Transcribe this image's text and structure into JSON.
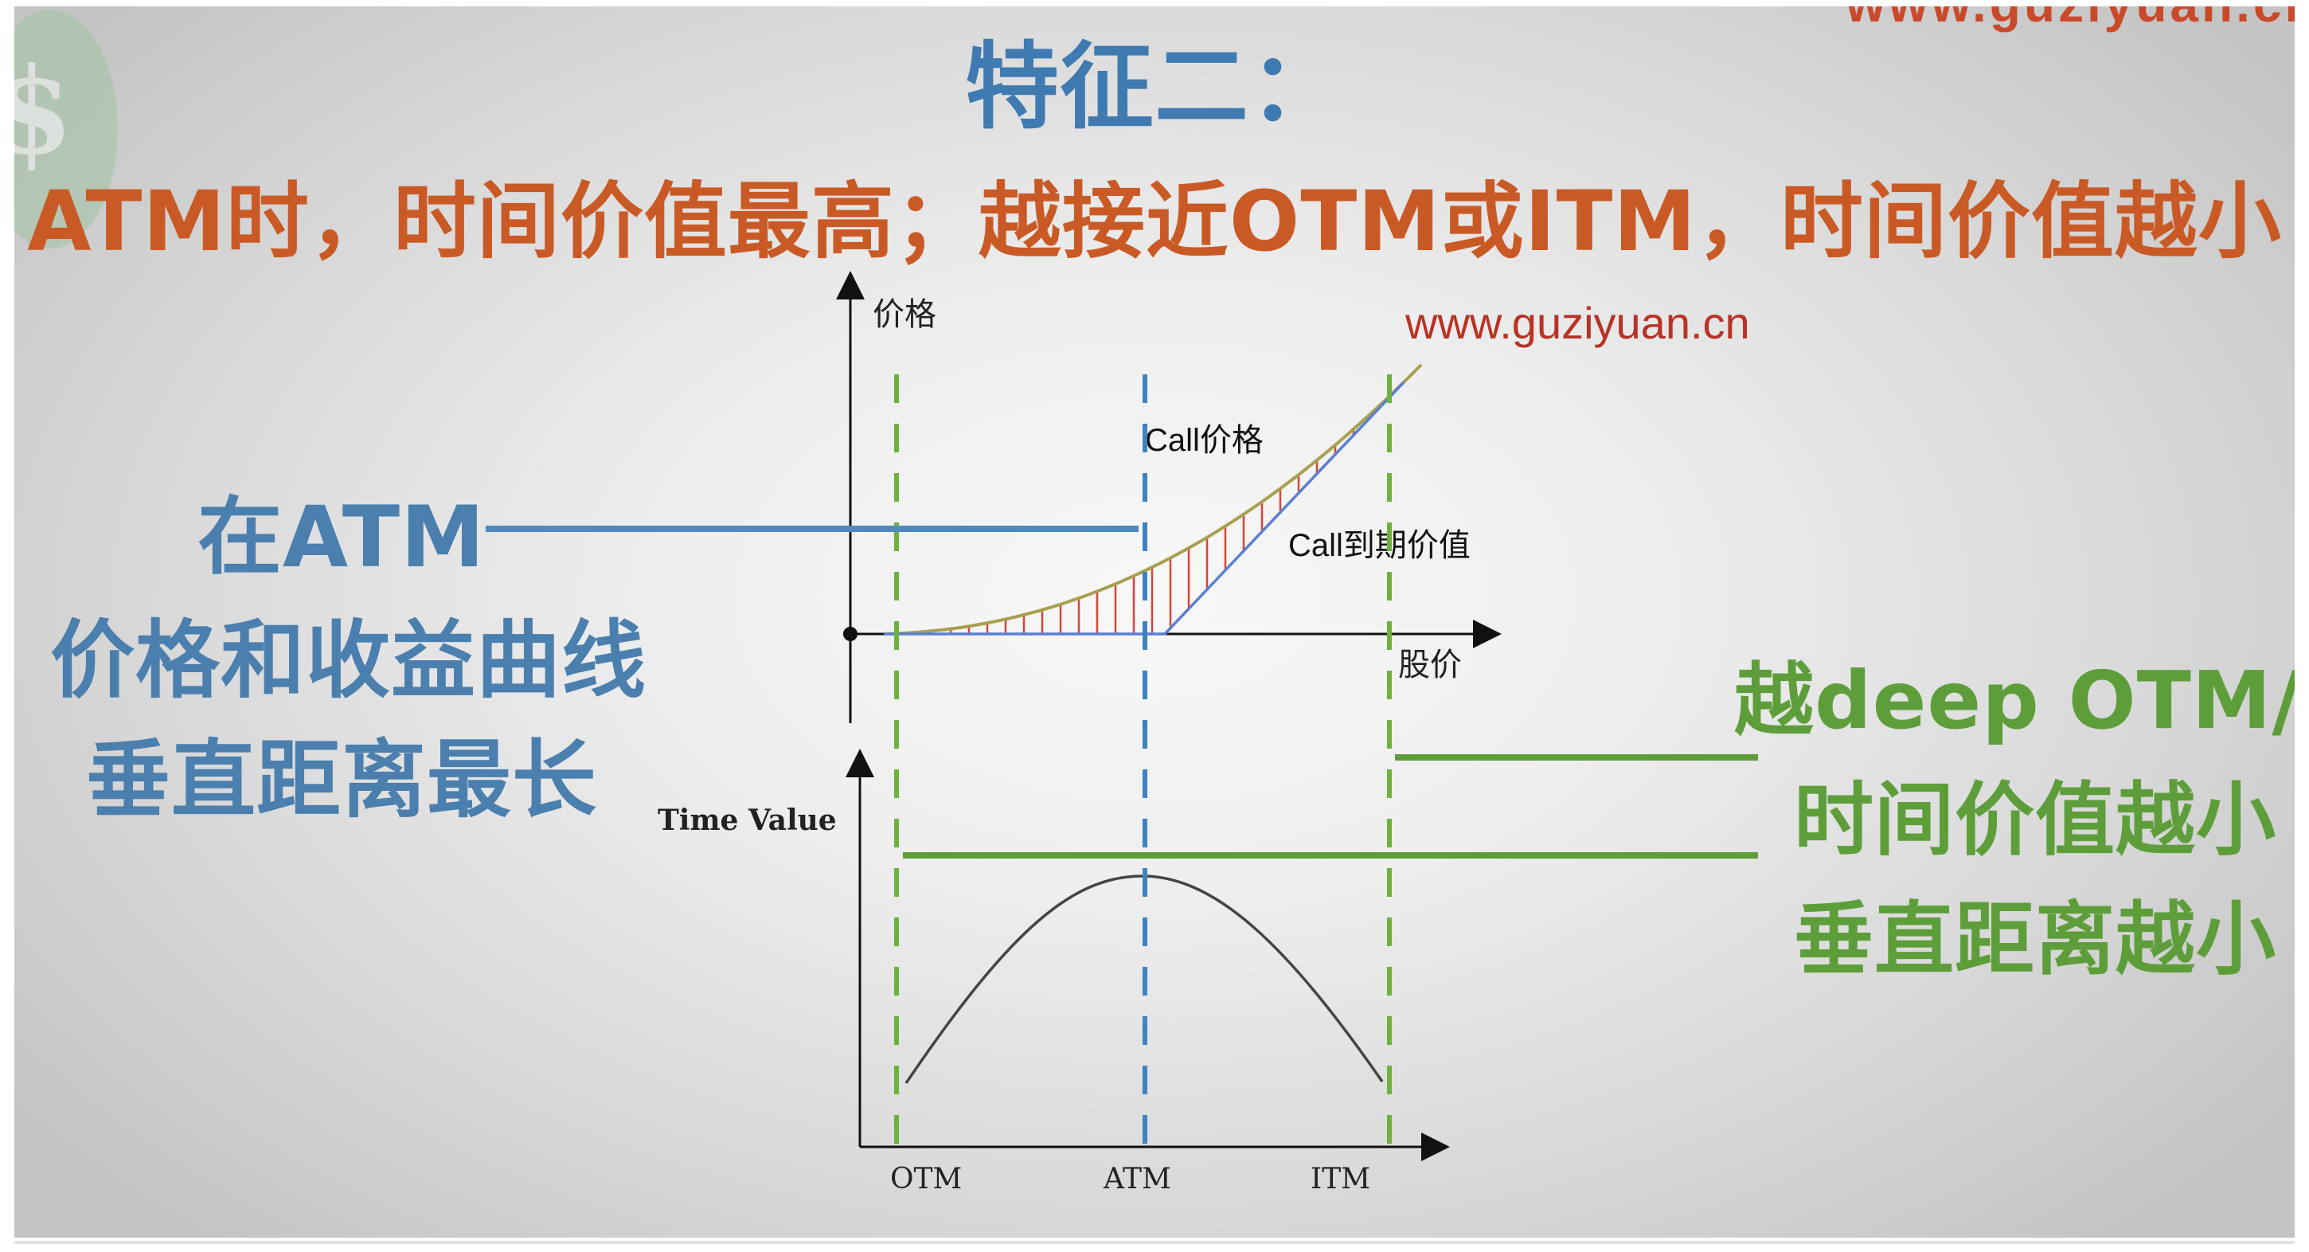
{
  "header": {
    "title": "特征二：",
    "subtitle": "ATM时，时间价值最高；越接近OTM或ITM，时间价值越小",
    "watermark_top": "www.guziyuan.cn",
    "watermark_mid": "www.guziyuan.cn"
  },
  "left_annotation": {
    "line1": "在ATM",
    "line2": "价格和收益曲线",
    "line3": "垂直距离最长"
  },
  "right_annotation": {
    "line1": "越deep OTM/ITM",
    "line2": "时间价值越小",
    "line3": "垂直距离越小"
  },
  "upper_chart": {
    "y_label": "价格",
    "x_label": "股价",
    "call_price_label": "Call价格",
    "call_expiry_label": "Call到期价值"
  },
  "lower_chart": {
    "y_label": "Time Value",
    "x_ticks": [
      "OTM",
      "ATM",
      "ITM"
    ]
  },
  "colors": {
    "title_blue": "#3f7ab0",
    "subtitle_orange": "#c95a26",
    "annotation_blue": "#4a7fae",
    "annotation_green": "#5e9e3a",
    "watermark_red": "#b73325",
    "dashed_green": "#6bb33a",
    "dashed_blue": "#3f82c0",
    "hatch_red": "#d8453a",
    "curve_olive": "#a8a050",
    "expiry_blue": "#5b7fd0"
  }
}
